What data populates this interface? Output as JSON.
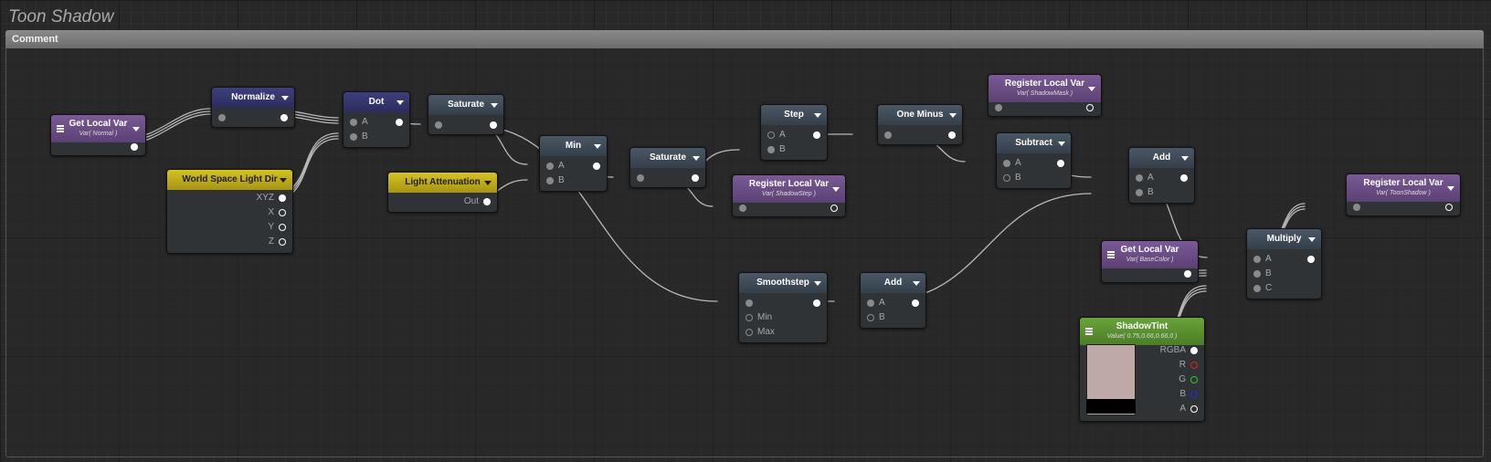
{
  "graph": {
    "title": "Toon Shadow",
    "comment_label": "Comment"
  },
  "nodes": {
    "get_local_var_normal": {
      "title": "Get Local Var",
      "subtitle": "Var( Normal )"
    },
    "normalize": {
      "title": "Normalize"
    },
    "world_space_light_dir": {
      "title": "World Space Light Dir",
      "ports": [
        "XYZ",
        "X",
        "Y",
        "Z"
      ]
    },
    "dot": {
      "title": "Dot",
      "ports": [
        "A",
        "B"
      ]
    },
    "saturate_1": {
      "title": "Saturate"
    },
    "light_attenuation": {
      "title": "Light Attenuation",
      "ports": [
        "Out"
      ]
    },
    "min": {
      "title": "Min",
      "ports": [
        "A",
        "B"
      ]
    },
    "saturate_2": {
      "title": "Saturate"
    },
    "step": {
      "title": "Step",
      "ports": [
        "A",
        "B"
      ]
    },
    "register_shadow_step": {
      "title": "Register Local Var",
      "subtitle": "Var( ShadowStep )"
    },
    "one_minus": {
      "title": "One Minus"
    },
    "register_shadow_mask": {
      "title": "Register Local Var",
      "subtitle": "Var( ShadowMask )"
    },
    "subtract": {
      "title": "Subtract",
      "ports": [
        "A",
        "B"
      ]
    },
    "add_1": {
      "title": "Add",
      "ports": [
        "A",
        "B"
      ]
    },
    "smoothstep": {
      "title": "Smoothstep",
      "ports": [
        "Min",
        "Max"
      ]
    },
    "add_2": {
      "title": "Add",
      "ports": [
        "A",
        "B"
      ]
    },
    "get_local_var_basecolor": {
      "title": "Get Local Var",
      "subtitle": "Var( BaseColor )"
    },
    "multiply": {
      "title": "Multiply",
      "ports": [
        "A",
        "B",
        "C"
      ]
    },
    "register_toon_shadow": {
      "title": "Register Local Var",
      "subtitle": "Var( ToonShadow )"
    },
    "shadow_tint": {
      "title": "ShadowTint",
      "subtitle": "Value( 0.75,0.66,0.66,0 )",
      "ports": [
        "RGBA",
        "R",
        "G",
        "B",
        "A"
      ],
      "color": "#bfa8a8"
    }
  }
}
